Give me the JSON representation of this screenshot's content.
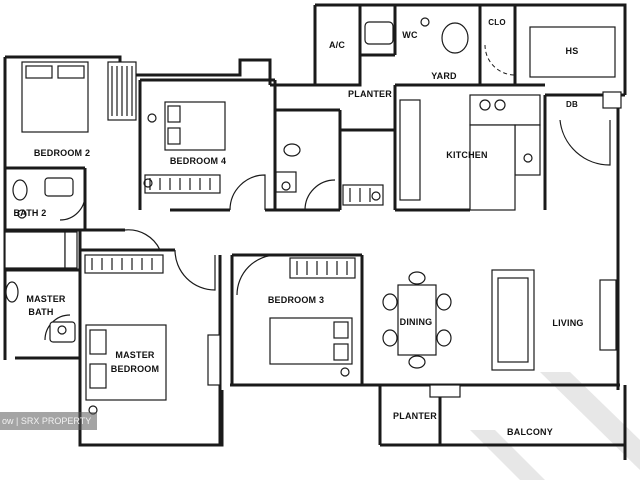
{
  "rooms": {
    "ac": "A/C",
    "wc": "WC",
    "clo": "CLO",
    "hs": "HS",
    "yard": "YARD",
    "planter_top": "PLANTER",
    "db": "DB",
    "kitchen": "KITCHEN",
    "bedroom2": "BEDROOM 2",
    "bedroom4": "BEDROOM 4",
    "bath2": "BATH 2",
    "master_bath_1": "MASTER",
    "master_bath_2": "BATH",
    "master_bedroom_1": "MASTER",
    "master_bedroom_2": "BEDROOM",
    "bedroom3": "BEDROOM 3",
    "dining": "DINING",
    "living": "LIVING",
    "planter_bottom": "PLANTER",
    "balcony": "BALCONY"
  },
  "watermark": "ow | SRX PROPERTY"
}
